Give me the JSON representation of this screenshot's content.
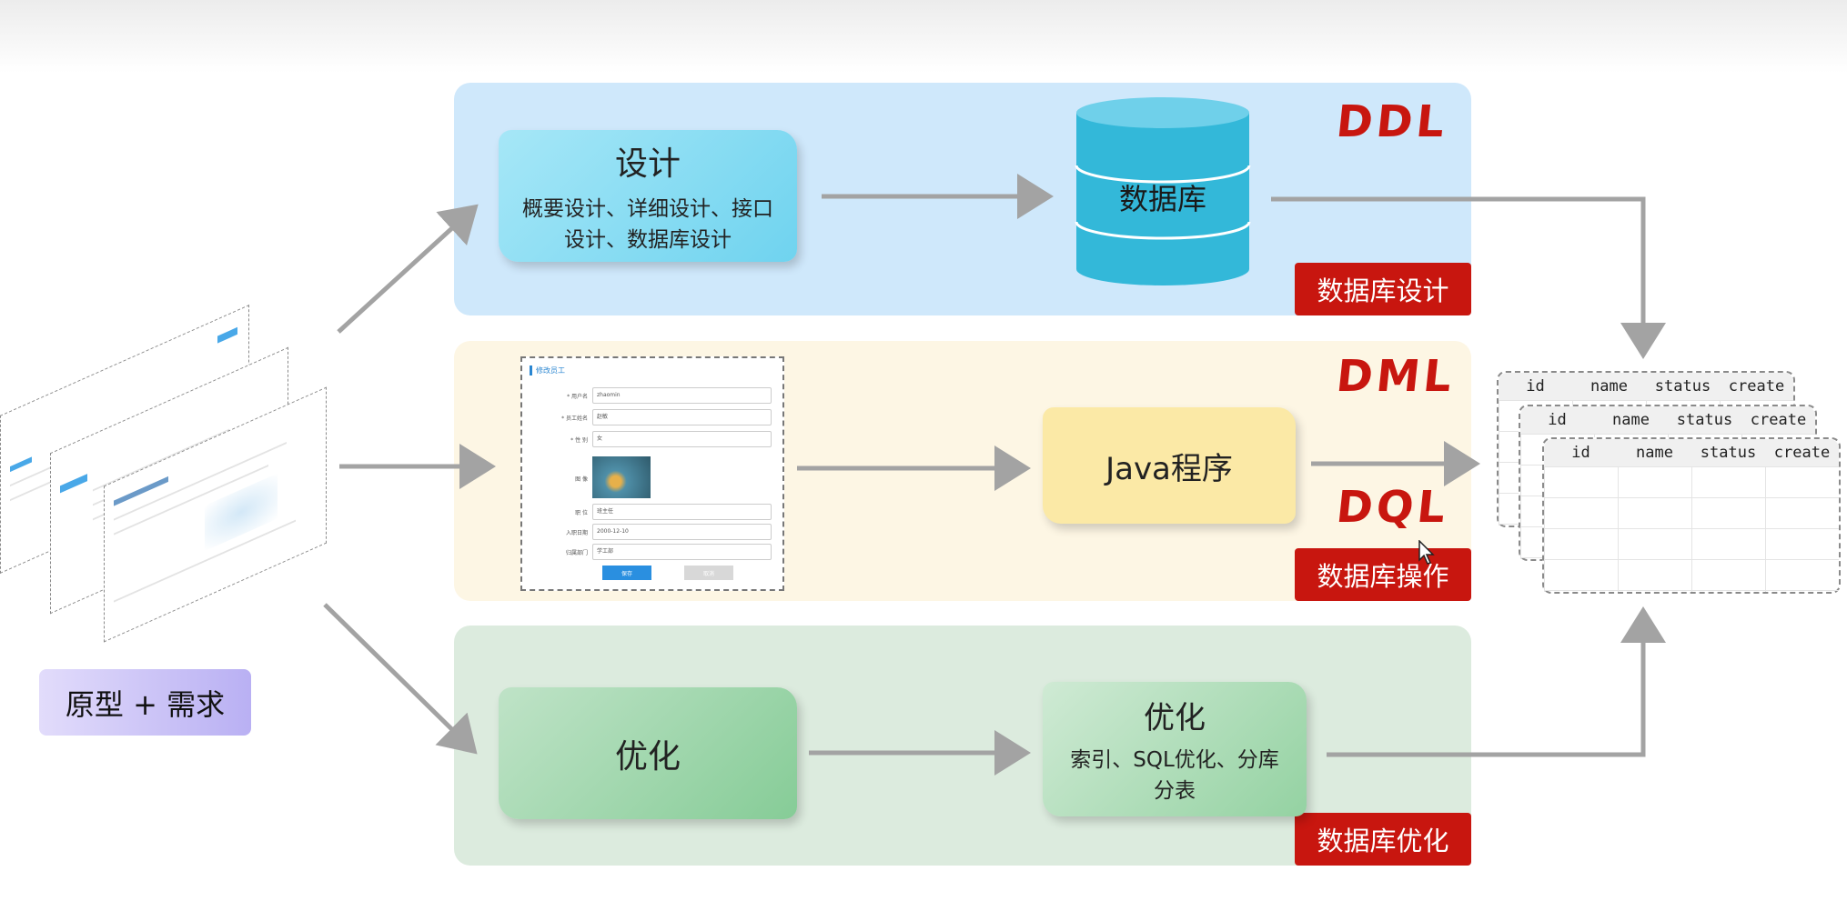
{
  "prototype": {
    "label": "原型 + 需求"
  },
  "design": {
    "title": "设计",
    "detail": "概要设计、详细设计、接口设计、数据库设计"
  },
  "database": {
    "label": "数据库"
  },
  "java": {
    "label": "Java程序"
  },
  "optimize_left": {
    "label": "优化"
  },
  "optimize_right": {
    "title": "优化",
    "detail": "索引、SQL优化、分库分表"
  },
  "tags": {
    "db_design": "数据库设计",
    "db_operation": "数据库操作",
    "db_optimize": "数据库优化"
  },
  "handwritten": {
    "ddl": "DDL",
    "dml": "DML",
    "dql": "DQL"
  },
  "table": {
    "columns": [
      "id",
      "name",
      "status",
      "create"
    ]
  },
  "form": {
    "title": "修改员工",
    "rows": [
      {
        "label": "* 用户名",
        "value": "zhaomin"
      },
      {
        "label": "* 员工姓名",
        "value": "赵敏"
      },
      {
        "label": "* 性 别",
        "value": "女"
      },
      {
        "label": "职 位",
        "value": "班主任"
      },
      {
        "label": "入职日期",
        "value": "2000-12-10"
      },
      {
        "label": "归属部门",
        "value": "学工部"
      }
    ],
    "image_label": "图 像",
    "save": "保存",
    "cancel": "取消"
  },
  "colors": {
    "band_blue": "#cfe8fb",
    "band_yellow": "#fdf6e4",
    "band_green": "#dcebde",
    "tag_red": "#c8160f",
    "arrow_gray": "#a3a3a3"
  }
}
